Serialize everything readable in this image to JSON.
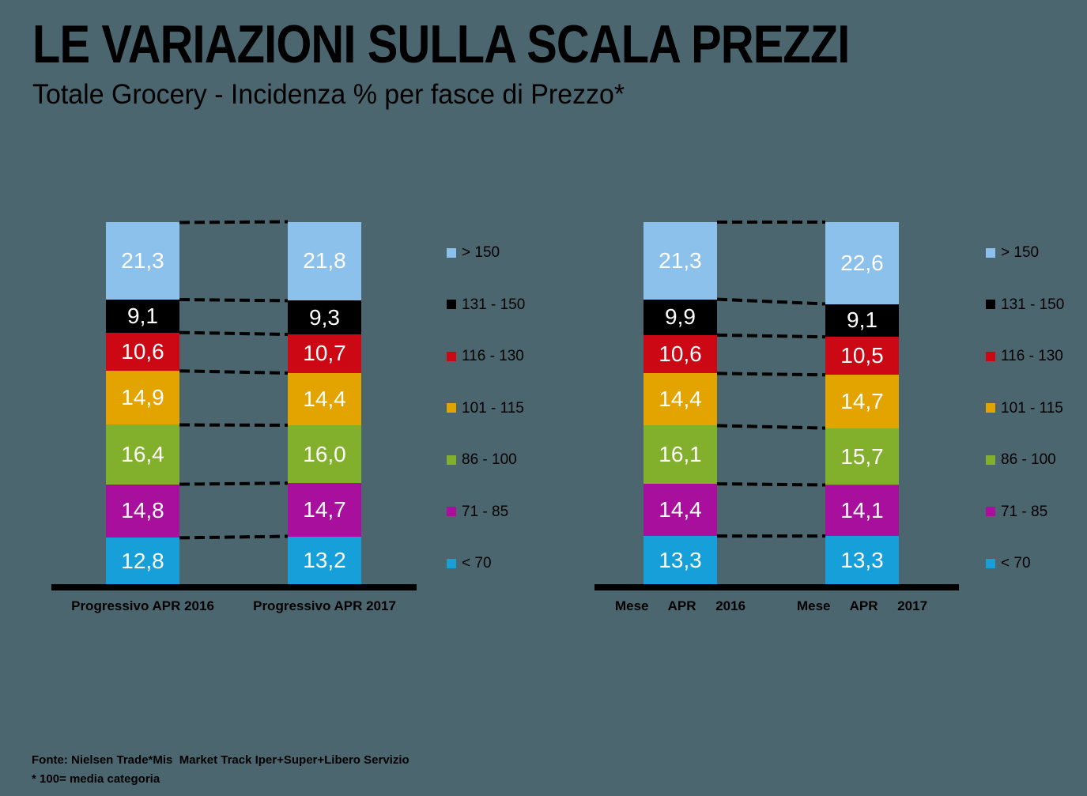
{
  "header": {
    "title": "LE VARIAZIONI SULLA SCALA PREZZI",
    "subtitle": "Totale Grocery - Incidenza % per fasce di Prezzo*"
  },
  "colors": {
    "background": "#4C6670",
    "axis": "#000000",
    "connector": "#000000",
    "segment_label_text": "#FFFFFF",
    "band_gt150": "#8CC1EB",
    "band_131_150": "#000000",
    "band_116_130": "#CC0814",
    "band_101_115": "#E3A400",
    "band_86_100": "#83B02C",
    "band_71_85": "#A80F9D",
    "band_lt70": "#169FD8"
  },
  "legend": [
    {
      "label": "> 150",
      "color": "#8CC1EB"
    },
    {
      "label": "131 - 150",
      "color": "#000000"
    },
    {
      "label": "116 - 130",
      "color": "#CC0814"
    },
    {
      "label": "101 - 115",
      "color": "#E3A400"
    },
    {
      "label": "86 - 100",
      "color": "#83B02C"
    },
    {
      "label": "71 - 85",
      "color": "#A80F9D"
    },
    {
      "label": "< 70",
      "color": "#169FD8"
    }
  ],
  "chart_data": [
    {
      "type": "bar",
      "stacked": true,
      "ylim": [
        0,
        100
      ],
      "legend_position": "right",
      "categories": [
        "Progressivo APR 2016",
        "Progressivo APR 2017"
      ],
      "series": [
        {
          "name": "> 150",
          "color": "#8CC1EB",
          "values": [
            21.3,
            21.8
          ]
        },
        {
          "name": "131 - 150",
          "color": "#000000",
          "values": [
            9.1,
            9.3
          ]
        },
        {
          "name": "116 - 130",
          "color": "#CC0814",
          "values": [
            10.6,
            10.7
          ]
        },
        {
          "name": "101 - 115",
          "color": "#E3A400",
          "values": [
            14.9,
            14.4
          ]
        },
        {
          "name": "86 - 100",
          "color": "#83B02C",
          "values": [
            16.4,
            16.0
          ]
        },
        {
          "name": "71 - 85",
          "color": "#A80F9D",
          "values": [
            14.8,
            14.7
          ]
        },
        {
          "name": "< 70",
          "color": "#169FD8",
          "values": [
            12.8,
            13.2
          ]
        }
      ]
    },
    {
      "type": "bar",
      "stacked": true,
      "ylim": [
        0,
        100
      ],
      "legend_position": "right",
      "categories": [
        "Mese APR 2016",
        "Mese APR 2017"
      ],
      "series": [
        {
          "name": "> 150",
          "color": "#8CC1EB",
          "values": [
            21.3,
            22.6
          ]
        },
        {
          "name": "131 - 150",
          "color": "#000000",
          "values": [
            9.9,
            9.1
          ]
        },
        {
          "name": "116 - 130",
          "color": "#CC0814",
          "values": [
            10.6,
            10.5
          ]
        },
        {
          "name": "101 - 115",
          "color": "#E3A400",
          "values": [
            14.4,
            14.7
          ]
        },
        {
          "name": "86 - 100",
          "color": "#83B02C",
          "values": [
            16.1,
            15.7
          ]
        },
        {
          "name": "71 - 85",
          "color": "#A80F9D",
          "values": [
            14.4,
            14.1
          ]
        },
        {
          "name": "< 70",
          "color": "#169FD8",
          "values": [
            13.3,
            13.3
          ]
        }
      ]
    }
  ],
  "footer": {
    "line1": "Fonte: Nielsen Trade*Mis  Market Track Iper+Super+Libero Servizio",
    "line2": "* 100= media categoria"
  }
}
